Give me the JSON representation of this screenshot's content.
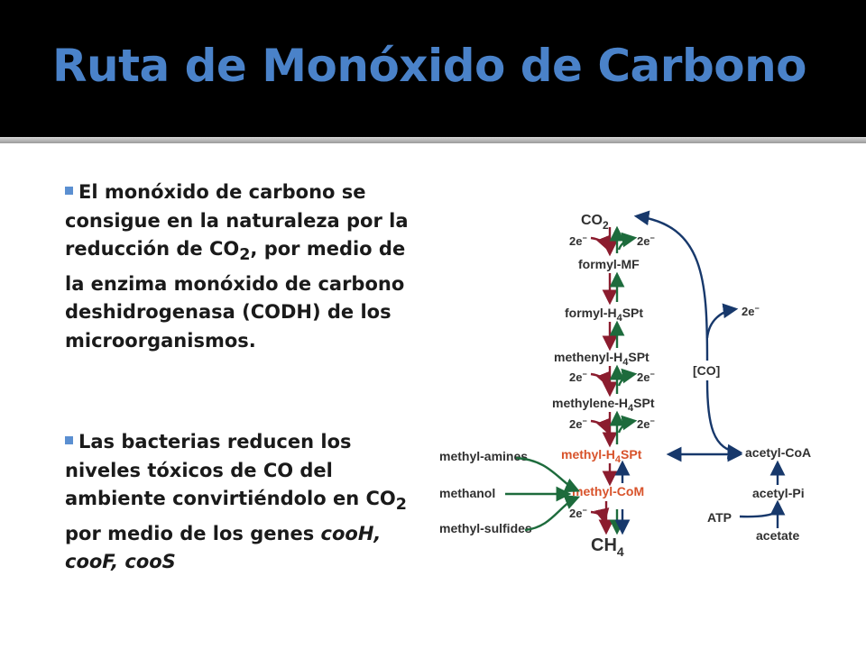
{
  "slide": {
    "title": "Ruta de Monóxido de Carbono",
    "bullets": [
      {
        "before_sub": "El monóxido de carbono se consigue en la naturaleza por la reducción de CO",
        "sub": "2",
        "after_sub": ", por medio de la enzima monóxido de carbono deshidrogenasa (CODH) de los microorganismos."
      },
      {
        "before_sub": "Las bacterias reducen los niveles tóxicos de CO del ambiente convirtiéndolo en CO",
        "sub": "2",
        "after_sub": " por medio de los genes ",
        "genes": "cooH, cooF, cooS"
      }
    ]
  },
  "diagram": {
    "colors": {
      "blue": "#17386b",
      "red": "#8b1c2e",
      "green": "#1d6b3c",
      "orange": "#d8532b",
      "text": "#303030"
    },
    "labels": {
      "co2": {
        "main": "CO",
        "sub": "2"
      },
      "formyl_mf": "formyl-MF",
      "formyl_h4spt": {
        "a": "formyl-H",
        "sub": "4",
        "b": "SPt"
      },
      "methenyl_h4spt": {
        "a": "methenyl-H",
        "sub": "4",
        "b": "SPt"
      },
      "methylene_h4spt": {
        "a": "methylene-H",
        "sub": "4",
        "b": "SPt"
      },
      "methyl_h4spt": {
        "a": "methyl-H",
        "sub": "4",
        "b": "SPt"
      },
      "methyl_com": "methyl-CoM",
      "ch4": {
        "main": "CH",
        "sub": "4"
      },
      "co": "[CO]",
      "electrons": "2e",
      "electron_sign": "−",
      "acetyl_coa": "acetyl-CoA",
      "acetyl_pi": "acetyl-Pi",
      "atp": "ATP",
      "acetate": "acetate",
      "methyl_amines": "methyl-amines",
      "methanol": "methanol",
      "methyl_sulfides": "methyl-sulfides"
    }
  }
}
